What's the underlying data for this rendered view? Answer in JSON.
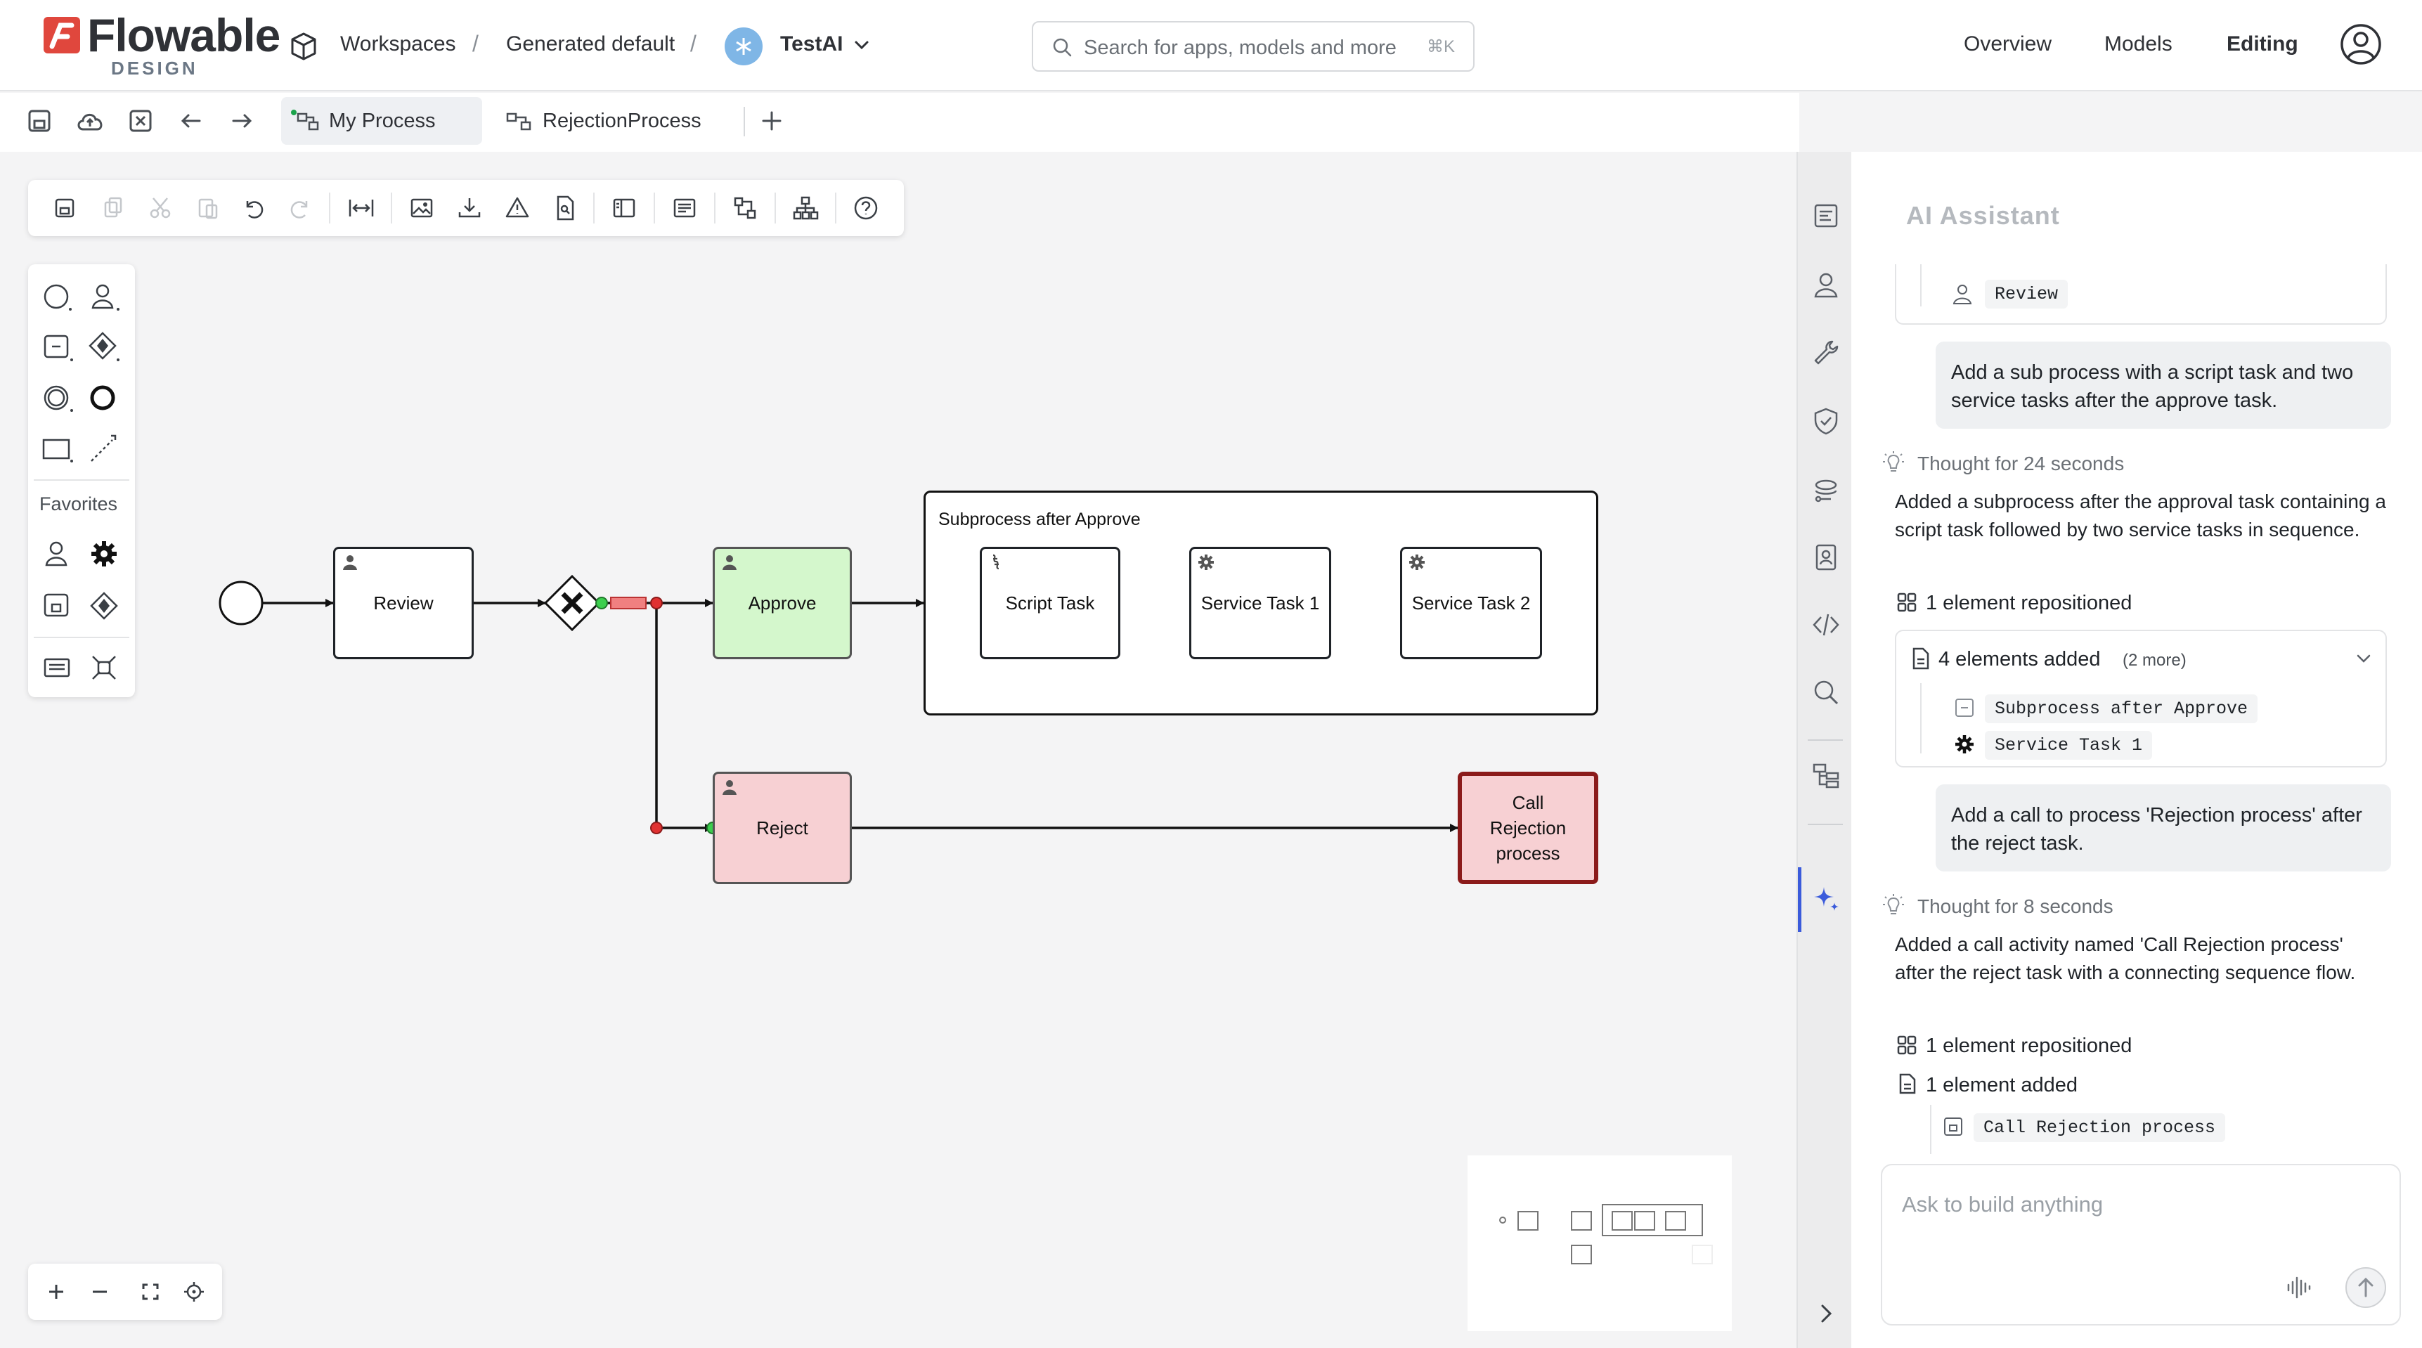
{
  "app": {
    "logo_name": "Flowable",
    "logo_sub": "DESIGN",
    "brand_color": "#e0473d"
  },
  "breadcrumb": {
    "items": [
      "Workspaces",
      "Generated default",
      "TestAI"
    ],
    "separator": "/"
  },
  "search": {
    "placeholder": "Search for apps, models and more",
    "shortcut": "⌘K"
  },
  "nav": {
    "links": [
      "Overview",
      "Models",
      "Editing"
    ],
    "active": "Editing"
  },
  "tabs": [
    {
      "label": "My Process",
      "active": true
    },
    {
      "label": "RejectionProcess",
      "active": false
    }
  ],
  "palette": {
    "favorites_label": "Favorites"
  },
  "diagram": {
    "tasks": {
      "review": "Review",
      "approve": "Approve",
      "reject": "Reject",
      "script": "Script Task",
      "service1": "Service Task 1",
      "service2": "Service Task 2",
      "call": "Call Rejection process"
    },
    "subprocess_label": "Subprocess after Approve",
    "colors": {
      "approve_fill": "#d4f7cc",
      "reject_fill": "#f7d0d3",
      "call_border": "#8b1a1a",
      "highlight_flow": "#f08080"
    }
  },
  "assistant": {
    "title": "AI Assistant",
    "top_item": "Review",
    "messages": [
      {
        "user": "Add a sub process with a script task and two service tasks after the approve task.",
        "thought": "Thought for 24 seconds",
        "reply": "Added a subprocess after the approval task containing a script task followed by two service tasks in sequence.",
        "repositioned": "1 element repositioned",
        "added": "4 elements added",
        "more": "(2 more)",
        "items": [
          "Subprocess after Approve",
          "Service Task 1"
        ]
      },
      {
        "user": "Add a call to process 'Rejection process' after the reject task.",
        "thought": "Thought for 8 seconds",
        "reply": "Added a call activity named 'Call Rejection process' after the reject task with a connecting sequence flow.",
        "repositioned": "1 element repositioned",
        "added": "1 element added",
        "items": [
          "Call Rejection process"
        ]
      }
    ],
    "input_placeholder": "Ask to build anything"
  }
}
